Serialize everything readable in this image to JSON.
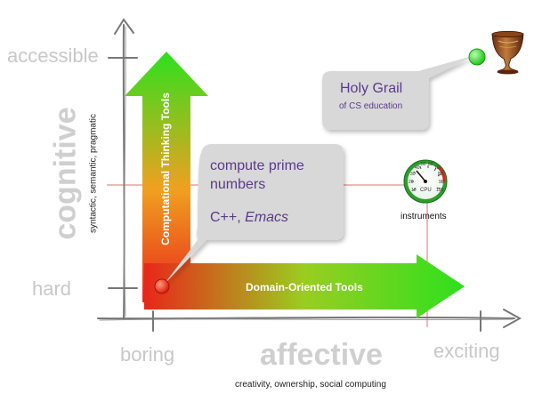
{
  "x_axis": {
    "title": "affective",
    "subtitle": "creativity, ownership, social computing",
    "low_label": "boring",
    "high_label": "exciting"
  },
  "y_axis": {
    "title": "cognitive",
    "subtitle": "syntactic, semantic, pragmatic",
    "low_label": "hard",
    "high_label": "accessible"
  },
  "arrows": {
    "vertical_label": "Computational Thinking Tools",
    "horizontal_label": "Domain-Oriented Tools"
  },
  "callouts": {
    "start": {
      "line1": "compute prime",
      "line2": "numbers",
      "tools_prefix": "C++, ",
      "tools_emph": "Emacs"
    },
    "goal": {
      "title": "Holy Grail",
      "subtitle": "of CS education"
    }
  },
  "gauge": {
    "caption": "instruments",
    "unit": "CPU",
    "ticks": [
      "10",
      "20",
      "30",
      "40",
      "50",
      "60",
      "70",
      "80",
      "90",
      "100"
    ]
  },
  "colors": {
    "arrow_start": "#e8261a",
    "arrow_end": "#2ee01e",
    "start_dot": "#e82010",
    "goal_dot": "#2ee01e",
    "guide_line": "#e07070",
    "callout_fill": "#d8d8d8",
    "callout_text": "#5a3a8a"
  }
}
